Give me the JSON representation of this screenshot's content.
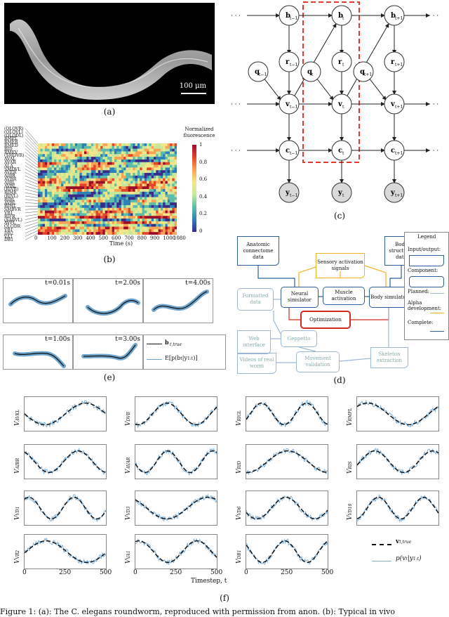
{
  "panel_a": {
    "scale_label": "100 μm",
    "caption": "(a)"
  },
  "panel_b": {
    "caption": "(b)",
    "colorbar_title": "Normalized fluorescence",
    "colorbar_ticks": [
      "1",
      "0.8",
      "0.6",
      "0.4",
      "0.2",
      "0"
    ],
    "x_label": "Time (s)",
    "x_ticks": [
      "0",
      "100",
      "200",
      "300",
      "400",
      "500",
      "600",
      "700",
      "800",
      "900",
      "1000",
      "1080"
    ],
    "neurons": [
      "(OLQVR)",
      "(OLQVL)",
      "(OLQDL)",
      "RMEL",
      "RMER",
      "RMED",
      "RID",
      "RMEV",
      "(SMDVR)",
      "AVAL",
      "AVAR",
      "ALA",
      "SMDVL",
      "AVER",
      "AIBR",
      "AVBR",
      "AIBL",
      "AVBL",
      "(RIVR)",
      "RIMR",
      "(RIVL)",
      "RIBL",
      "AVBL",
      "RIML",
      "SMBVR",
      "VB1",
      "RIFR",
      "(SABVL)",
      "AVFL",
      "OLQDR",
      "VB1",
      "DB2",
      "VA1",
      "DB1"
    ]
  },
  "panel_c": {
    "caption": "(c)",
    "nodes": {
      "b_prev": "b",
      "b_prev_sub": "t−1",
      "b_cur": "b",
      "b_cur_sub": "t",
      "b_next": "b",
      "b_next_sub": "t+1",
      "r_prev": "r",
      "r_prev_sub": "t−1",
      "r_cur": "r",
      "r_cur_sub": "t",
      "r_next": "r",
      "r_next_sub": "t+1",
      "q_prev": "q",
      "q_prev_sub": "t−1",
      "q_cur": "q",
      "q_cur_sub": "t",
      "q_next": "q",
      "q_next_sub": "t+1",
      "v_prev": "v",
      "v_prev_sub": "t−1",
      "v_cur": "v",
      "v_cur_sub": "t",
      "v_next": "v",
      "v_next_sub": "t+1",
      "c_prev": "c",
      "c_prev_sub": "t−1",
      "c_cur": "c",
      "c_cur_sub": "t",
      "c_next": "c",
      "c_next_sub": "t+1",
      "y_prev": "y",
      "y_prev_sub": "t−1",
      "y_cur": "y",
      "y_cur_sub": "t",
      "y_next": "y",
      "y_next_sub": "t+1"
    },
    "ellipsis": "· · ·"
  },
  "panel_d": {
    "caption": "(d)",
    "boxes": {
      "anatomic": "Anatomic connectome data",
      "sensory": "Sensory activation signals",
      "body_struct": "Body structural data",
      "formatted": "Formatted data",
      "neural": "Neural simulator",
      "muscle": "Muscle activation",
      "body_sim": "Body simulator",
      "optimization": "Optimization",
      "web": "Web interface",
      "geppetto": "Geppetto",
      "videos": "Videos of real worm",
      "movement": "Movement validation",
      "skeleton": "Skeleton extraction"
    },
    "legend": {
      "title": "Legend",
      "io": "Input/output:",
      "component": "Component:",
      "planned": "Planned:",
      "alpha": "Alpha development:",
      "complete": "Complete:"
    },
    "colors": {
      "planned": "#9db7d6",
      "alpha": "#f2b324",
      "complete": "#2f5f9a",
      "opt": "#d12a1e"
    }
  },
  "panel_e": {
    "caption": "(e)",
    "times": [
      "t=0.01s",
      "t=2.00s",
      "t=4.00s",
      "t=1.00s",
      "t=3.00s"
    ],
    "legend_true": "b",
    "legend_true_sub": "t,true",
    "legend_est": "E[p(b",
    "legend_est_sub": "t",
    "legend_est_tail": "|y",
    "legend_est_sub2": "1:t",
    "legend_est_end": ")]"
  },
  "panel_f": {
    "caption": "(f)",
    "x_label": "Timestep, t",
    "x_ticks": [
      "0",
      "250",
      "500"
    ],
    "legend_true": "v",
    "legend_true_sub": "t,true",
    "legend_est": "p(v",
    "legend_est_sub": "t",
    "legend_est_tail": "|y",
    "legend_est_sub2": "1:t",
    "legend_est_end": ")",
    "plots": [
      {
        "label": "V",
        "sub": "AVKL"
      },
      {
        "label": "V",
        "sub": "DVB"
      },
      {
        "label": "V",
        "sub": "RIGL"
      },
      {
        "label": "V",
        "sub": "RMFL"
      },
      {
        "label": "V",
        "sub": "AIBR"
      },
      {
        "label": "V",
        "sub": "AVAR"
      },
      {
        "label": "V",
        "sub": "RID"
      },
      {
        "label": "V",
        "sub": "RIS"
      },
      {
        "label": "V",
        "sub": "VD1"
      },
      {
        "label": "V",
        "sub": "VD3"
      },
      {
        "label": "V",
        "sub": "VD6"
      },
      {
        "label": "V",
        "sub": "VD10"
      },
      {
        "label": "V",
        "sub": "VB2"
      },
      {
        "label": "V",
        "sub": "VA1"
      },
      {
        "label": "V",
        "sub": "DB1"
      }
    ]
  },
  "footer": "Figure 1: (a): The C. elegans roundworm, reproduced with permission from anon. (b): Typical in vivo"
}
